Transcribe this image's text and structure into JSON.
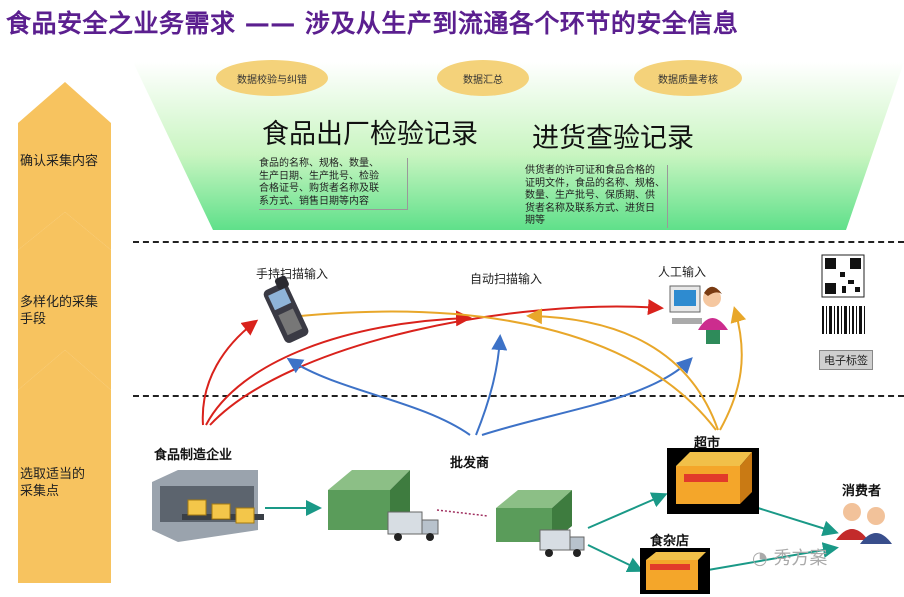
{
  "title": "食品安全之业务需求 —— 涉及从生产到流通各个环节的安全信息",
  "sidebar": {
    "step1": "确认采集内容",
    "step2": [
      "多样化的采集",
      "手段"
    ],
    "step3": [
      "选取适当的",
      "采集点"
    ]
  },
  "pills": [
    "数据校验与纠错",
    "数据汇总",
    "数据质量考核"
  ],
  "records": {
    "left_title": "食品出厂检验记录",
    "left_desc": [
      "食品的名称、规格、数量、",
      "生产日期、生产批号、检验",
      "合格证号、购货者名称及联",
      "系方式、销售日期等内容"
    ],
    "right_title": "进货查验记录",
    "right_desc": [
      "供货者的许可证和食品合格的",
      "证明文件，食品的名称、规格、",
      "数量、生产批号、保质期、供",
      "货者名称及联系方式、进货日",
      "期等"
    ]
  },
  "methods": {
    "handheld": "手持扫描输入",
    "auto": "自动扫描输入",
    "manual": "人工输入",
    "etag": "电子标签"
  },
  "nodes": {
    "manufacturer": "食品制造企业",
    "wholesaler": "批发商",
    "supermarket": "超市",
    "grocery": "食杂店",
    "consumer": "消费者"
  },
  "watermark": "秀方案",
  "colors": {
    "title": "#5b1f8f",
    "chevron": "#f7c35f",
    "pill": "#f4d27a",
    "red_arrow": "#d9221c",
    "blue_arrow": "#3d72c7",
    "orange_arrow": "#e8a72a",
    "teal_arrow": "#1a9987"
  }
}
